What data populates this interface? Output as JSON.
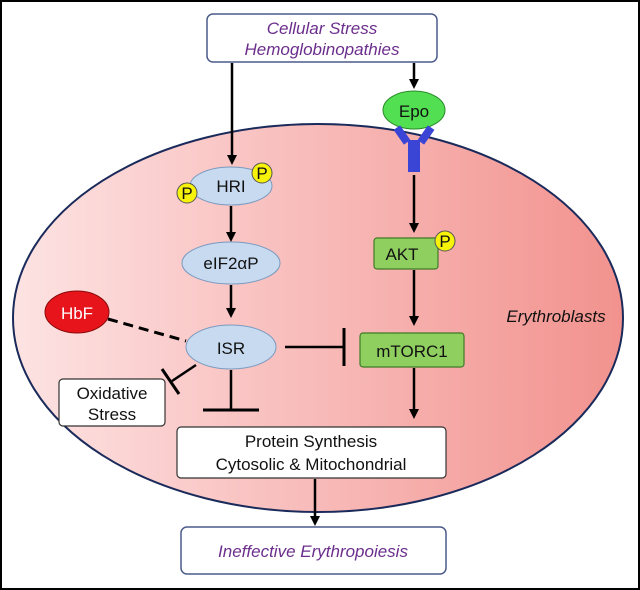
{
  "diagram": {
    "cell_label": "Erythroblasts",
    "top_box": {
      "line1": "Cellular Stress",
      "line2": "Hemoglobinopathies"
    },
    "epo_label": "Epo",
    "hri_label": "HRI",
    "phospho_label": "P",
    "eif2a_label": "eIF2αP",
    "isr_label": "ISR",
    "hbf_label": "HbF",
    "akt_label": "AKT",
    "mtorc1_label": "mTORC1",
    "oxidative_box": {
      "line1": "Oxidative",
      "line2": "Stress"
    },
    "protein_box": {
      "line1": "Protein Synthesis",
      "line2": "Cytosolic & Mitochondrial"
    },
    "bottom_box": "Ineffective Erythropoiesis"
  },
  "colors": {
    "cell_fill_left": "#fde0e0",
    "cell_fill_right": "#f2938f",
    "node_blue": "#c7daf0",
    "node_green": "#8fcf5f",
    "hbf_red": "#e8141b",
    "phospho_yellow": "#f7f20a",
    "receptor_blue": "#3a45d6",
    "epo_green": "#4fe04f",
    "text_purple": "#6b2e8c"
  }
}
